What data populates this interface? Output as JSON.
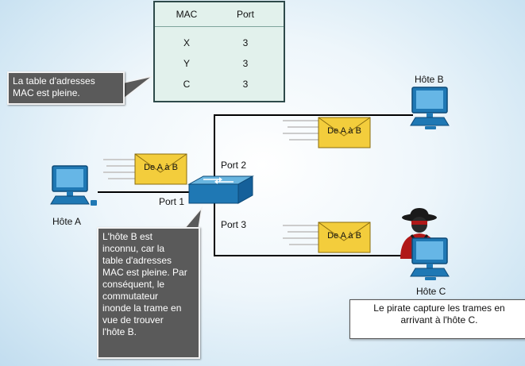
{
  "mac_table": {
    "headers": [
      "MAC",
      "Port"
    ],
    "rows": [
      {
        "mac": "X",
        "port": "3"
      },
      {
        "mac": "Y",
        "port": "3"
      },
      {
        "mac": "C",
        "port": "3"
      }
    ]
  },
  "callouts": {
    "mac_full": [
      "La table d'adresses",
      "MAC est pleine."
    ],
    "unknown_host": [
      "L'hôte B est",
      "inconnu, car la",
      "table d'adresses",
      "MAC est pleine. Par",
      "conséquent, le",
      "commutateur",
      "inonde la trame en",
      "vue de trouver",
      "l'hôte B."
    ],
    "pirate": [
      "Le pirate capture les trames en",
      "arrivant à l'hôte C."
    ]
  },
  "hosts": {
    "a": "Hôte A",
    "b": "Hôte B",
    "c": "Hôte C"
  },
  "ports": {
    "p1": "Port 1",
    "p2": "Port 2",
    "p3": "Port 3"
  },
  "frames": {
    "frame_a": "De A à B",
    "frame_b": "De A à B",
    "frame_c": "De A à B"
  },
  "colors": {
    "table_bg": "#e2f1ec",
    "callout_bg": "#5a5a5a",
    "envelope": "#f3cd3c",
    "computer": "#1f78b4",
    "link": "#000000"
  }
}
